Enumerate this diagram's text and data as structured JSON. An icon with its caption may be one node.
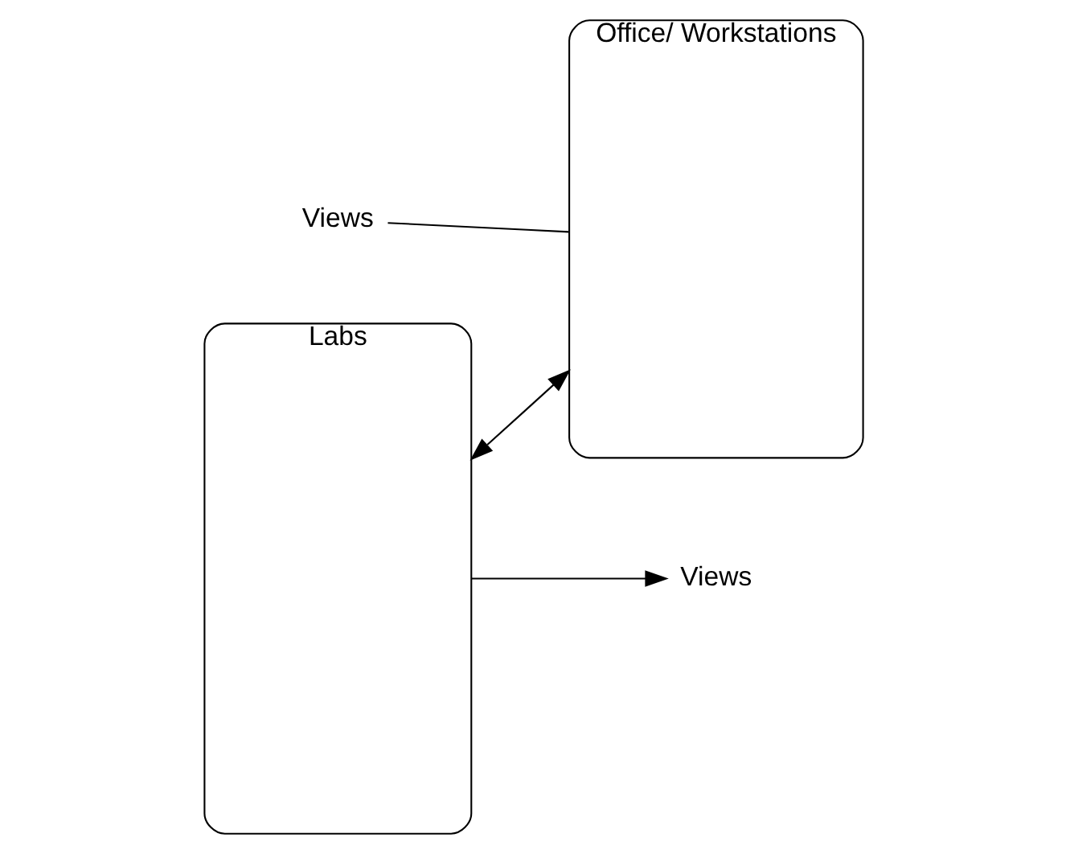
{
  "diagram": {
    "nodes": [
      {
        "text": [
          "Labs"
        ]
      },
      {
        "text": [
          "Office/ Workstations"
        ]
      },
      {
        "text": [
          "Views"
        ]
      },
      {
        "text": [
          "Views"
        ]
      }
    ],
    "edges": [
      {
        "from": 0,
        "to": 2,
        "arrow": "to"
      },
      {
        "from": 0,
        "to": 1,
        "arrow": "both"
      },
      {
        "from": 3,
        "to": 1,
        "arrow": "none"
      }
    ]
  }
}
